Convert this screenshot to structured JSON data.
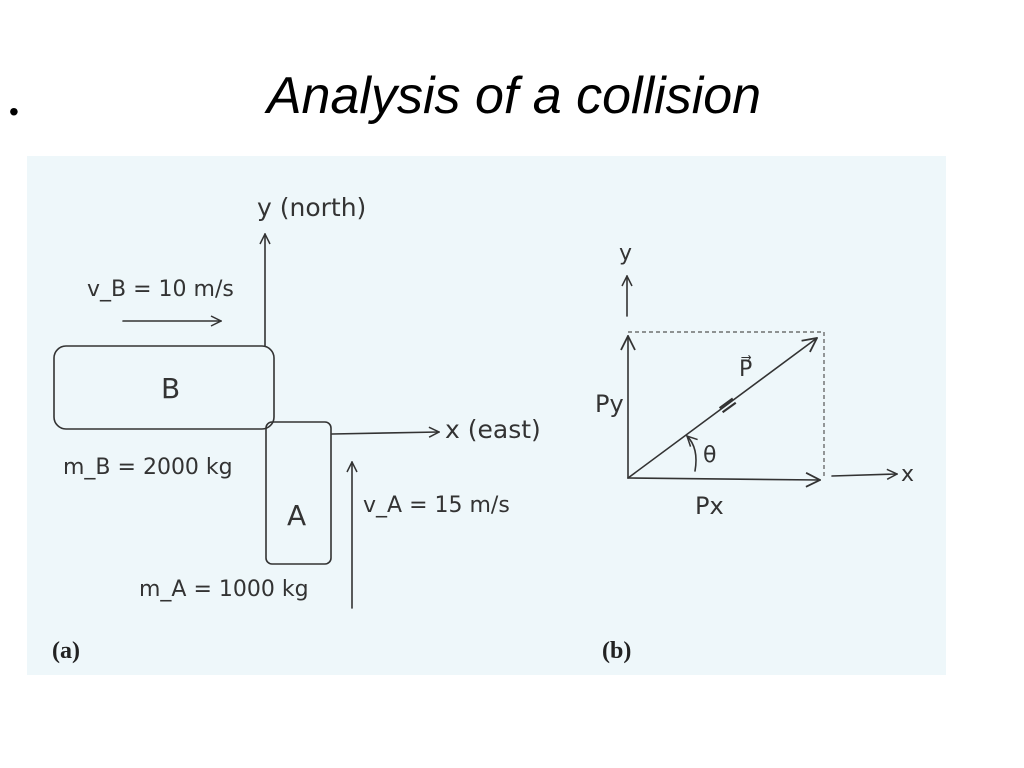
{
  "slide": {
    "bullet": "•",
    "title": "Analysis of a collision"
  },
  "figure_a": {
    "panel_label": "(a)",
    "y_axis_label": "y (north)",
    "x_axis_label": "x (east)",
    "car_b": {
      "label": "B",
      "velocity": "v_B = 10 m/s",
      "mass": "m_B = 2000 kg"
    },
    "car_a": {
      "label": "A",
      "velocity": "v_A = 15 m/s",
      "mass": "m_A = 1000 kg"
    }
  },
  "figure_b": {
    "panel_label": "(b)",
    "y_axis_label": "y",
    "x_axis_label": "x",
    "momentum_label": "P⃗",
    "px_label": "Px",
    "py_label": "Py",
    "angle_label": "θ",
    "equals_label": "="
  }
}
